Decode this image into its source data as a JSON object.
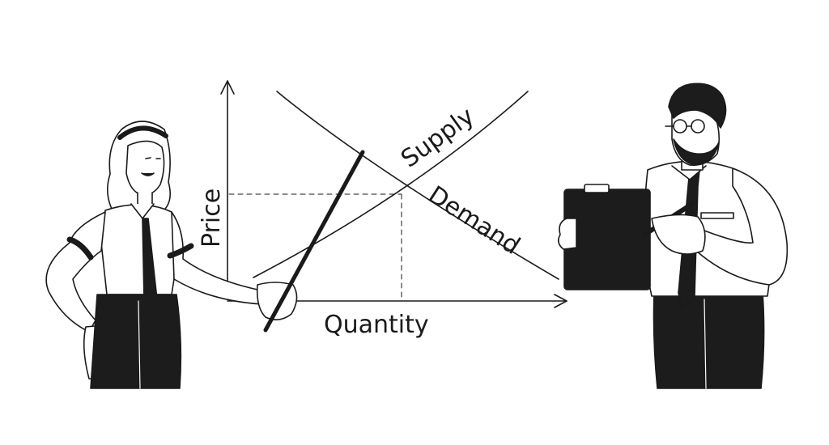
{
  "diagram": {
    "labels": {
      "supply": "Supply",
      "demand": "Demand",
      "price": "Price",
      "quantity": "Quantity"
    },
    "colors": {
      "ink": "#1a1a1a",
      "paper": "#ffffff",
      "skin": "#ffffff",
      "dark_fill": "#1c1c1c"
    },
    "figures": [
      "woman-presenter-with-pointer",
      "man-with-clipboard-and-pen"
    ]
  }
}
